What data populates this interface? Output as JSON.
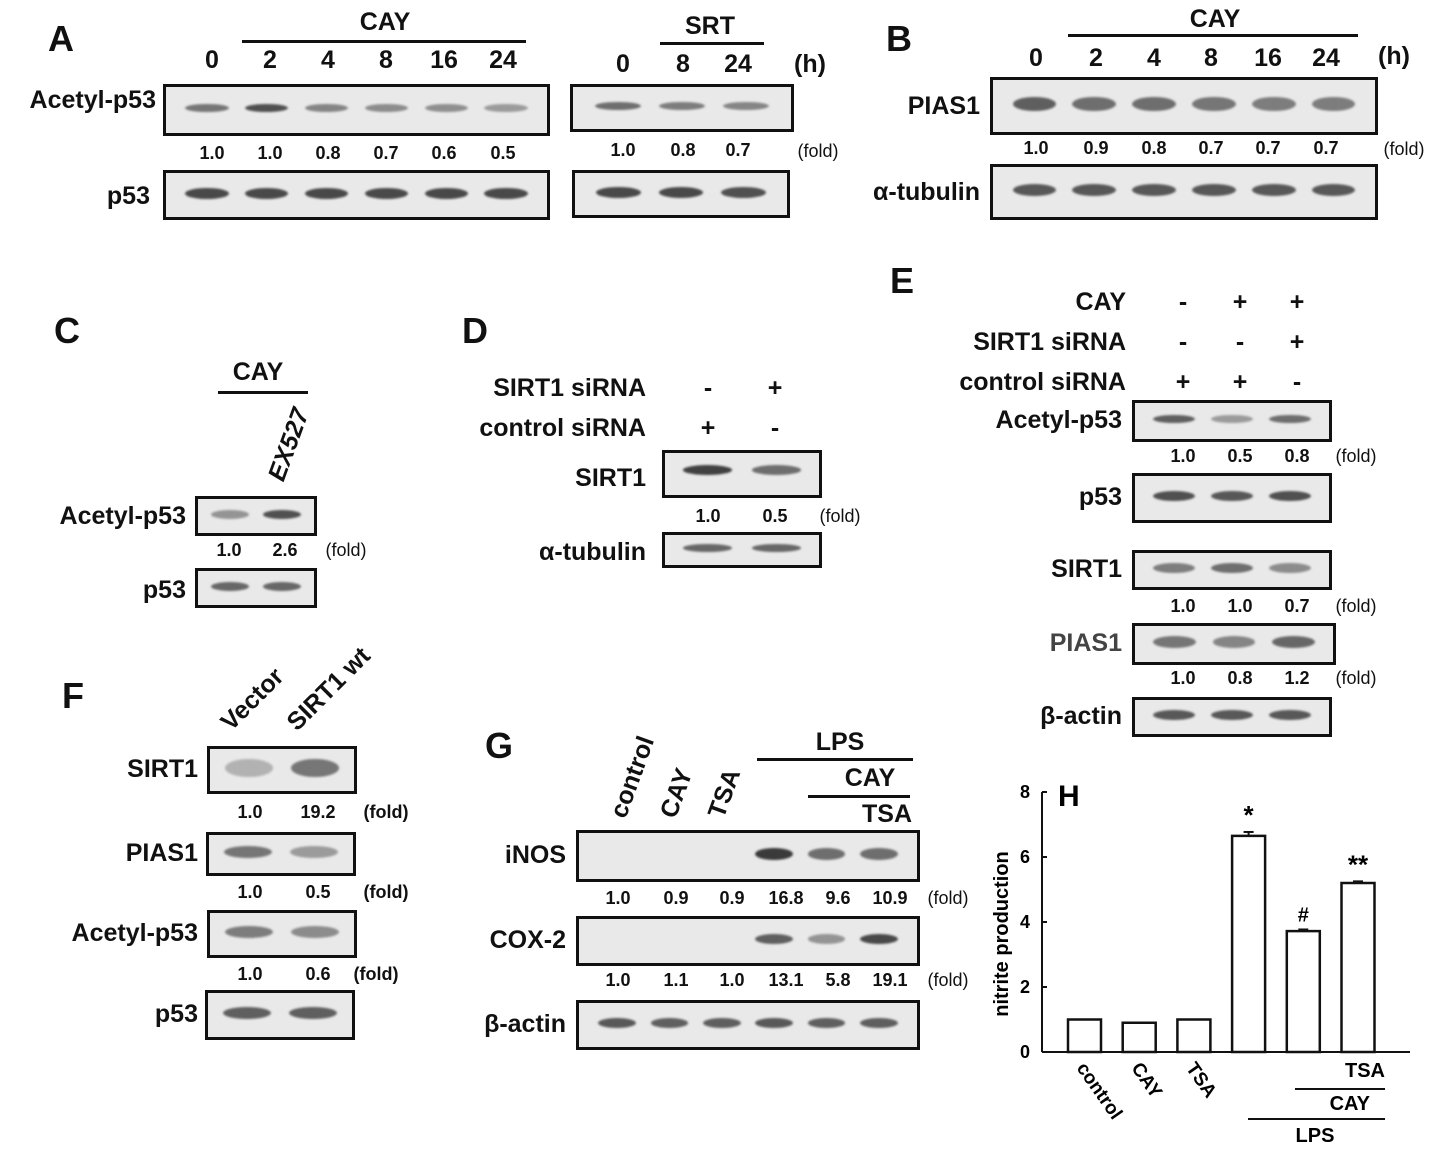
{
  "panels": {
    "A": {
      "label": "A",
      "cay_header": "CAY",
      "srt_header": "SRT",
      "unit": "(h)",
      "cay_times": [
        "0",
        "2",
        "4",
        "8",
        "16",
        "24"
      ],
      "srt_times": [
        "0",
        "8",
        "24"
      ],
      "rows": [
        {
          "name": "Acetyl-p53",
          "cay_folds": [
            "1.0",
            "1.0",
            "0.8",
            "0.7",
            "0.6",
            "0.5"
          ],
          "srt_folds": [
            "1.0",
            "0.8",
            "0.7"
          ],
          "fold_unit": "(fold)"
        },
        {
          "name": "p53"
        }
      ]
    },
    "B": {
      "label": "B",
      "header": "CAY",
      "unit": "(h)",
      "times": [
        "0",
        "2",
        "4",
        "8",
        "16",
        "24"
      ],
      "rows": [
        {
          "name": "PIAS1",
          "folds": [
            "1.0",
            "0.9",
            "0.8",
            "0.7",
            "0.7",
            "0.7"
          ],
          "fold_unit": "(fold)"
        },
        {
          "name": "α-tubulin"
        }
      ]
    },
    "C": {
      "label": "C",
      "header": "CAY",
      "lane_label": "EX527",
      "rows": [
        {
          "name": "Acetyl-p53",
          "folds": [
            "1.0",
            "2.6"
          ],
          "fold_unit": "(fold)"
        },
        {
          "name": "p53"
        }
      ]
    },
    "D": {
      "label": "D",
      "conditions": [
        {
          "name": "SIRT1 siRNA",
          "signs": [
            "-",
            "+"
          ]
        },
        {
          "name": "control siRNA",
          "signs": [
            "+",
            "-"
          ]
        }
      ],
      "rows": [
        {
          "name": "SIRT1",
          "folds": [
            "1.0",
            "0.5"
          ],
          "fold_unit": "(fold)"
        },
        {
          "name": "α-tubulin"
        }
      ]
    },
    "E": {
      "label": "E",
      "conditions": [
        {
          "name": "CAY",
          "signs": [
            "-",
            "+",
            "+"
          ]
        },
        {
          "name": "SIRT1 siRNA",
          "signs": [
            "-",
            "-",
            "+"
          ]
        },
        {
          "name": "control siRNA",
          "signs": [
            "+",
            "+",
            "-"
          ]
        }
      ],
      "rows": [
        {
          "name": "Acetyl-p53",
          "folds": [
            "1.0",
            "0.5",
            "0.8"
          ],
          "fold_unit": "(fold)"
        },
        {
          "name": "p53"
        },
        {
          "name": "SIRT1",
          "folds": [
            "1.0",
            "1.0",
            "0.7"
          ],
          "fold_unit": "(fold)"
        },
        {
          "name": "PIAS1",
          "folds": [
            "1.0",
            "0.8",
            "1.2"
          ],
          "fold_unit": "(fold)"
        },
        {
          "name": "β-actin"
        }
      ]
    },
    "F": {
      "label": "F",
      "lanes": [
        "Vector",
        "SIRT1 wt"
      ],
      "rows": [
        {
          "name": "SIRT1",
          "folds": [
            "1.0",
            "19.2"
          ],
          "fold_unit": "(fold)"
        },
        {
          "name": "PIAS1",
          "folds": [
            "1.0",
            "0.5"
          ],
          "fold_unit": "(fold)"
        },
        {
          "name": "Acetyl-p53",
          "folds": [
            "1.0",
            "0.6"
          ],
          "fold_unit": "(fold)"
        },
        {
          "name": "p53"
        }
      ]
    },
    "G": {
      "label": "G",
      "lanes": [
        "control",
        "CAY",
        "TSA"
      ],
      "group_labels": {
        "lps": "LPS",
        "cay": "CAY",
        "tsa": "TSA"
      },
      "rows": [
        {
          "name": "iNOS",
          "folds": [
            "1.0",
            "0.9",
            "0.9",
            "16.8",
            "9.6",
            "10.9"
          ],
          "fold_unit": "(fold)"
        },
        {
          "name": "COX-2",
          "folds": [
            "1.0",
            "1.1",
            "1.0",
            "13.1",
            "5.8",
            "19.1"
          ],
          "fold_unit": "(fold)"
        },
        {
          "name": "β-actin"
        }
      ]
    }
  },
  "chart_data": {
    "type": "bar",
    "title": "H",
    "xlabel": "",
    "ylabel": "nitrite production",
    "ylim": [
      0,
      8
    ],
    "yticks": [
      "0",
      "2",
      "4",
      "6",
      "8"
    ],
    "categories": [
      "control",
      "CAY",
      "TSA",
      "LPS",
      "LPS+CAY",
      "LPS+CAY+TSA"
    ],
    "tick_labels": [
      "control",
      "CAY",
      "TSA"
    ],
    "group_labels": {
      "tsa": "TSA",
      "cay": "CAY",
      "lps": "LPS"
    },
    "values": [
      1.0,
      0.9,
      1.0,
      6.65,
      3.72,
      5.2
    ],
    "errors": [
      0,
      0,
      0,
      0.12,
      0.05,
      0.05
    ],
    "annotations": [
      "",
      "",
      "",
      "*",
      "#",
      "**"
    ],
    "grid": false,
    "legend": "none"
  }
}
